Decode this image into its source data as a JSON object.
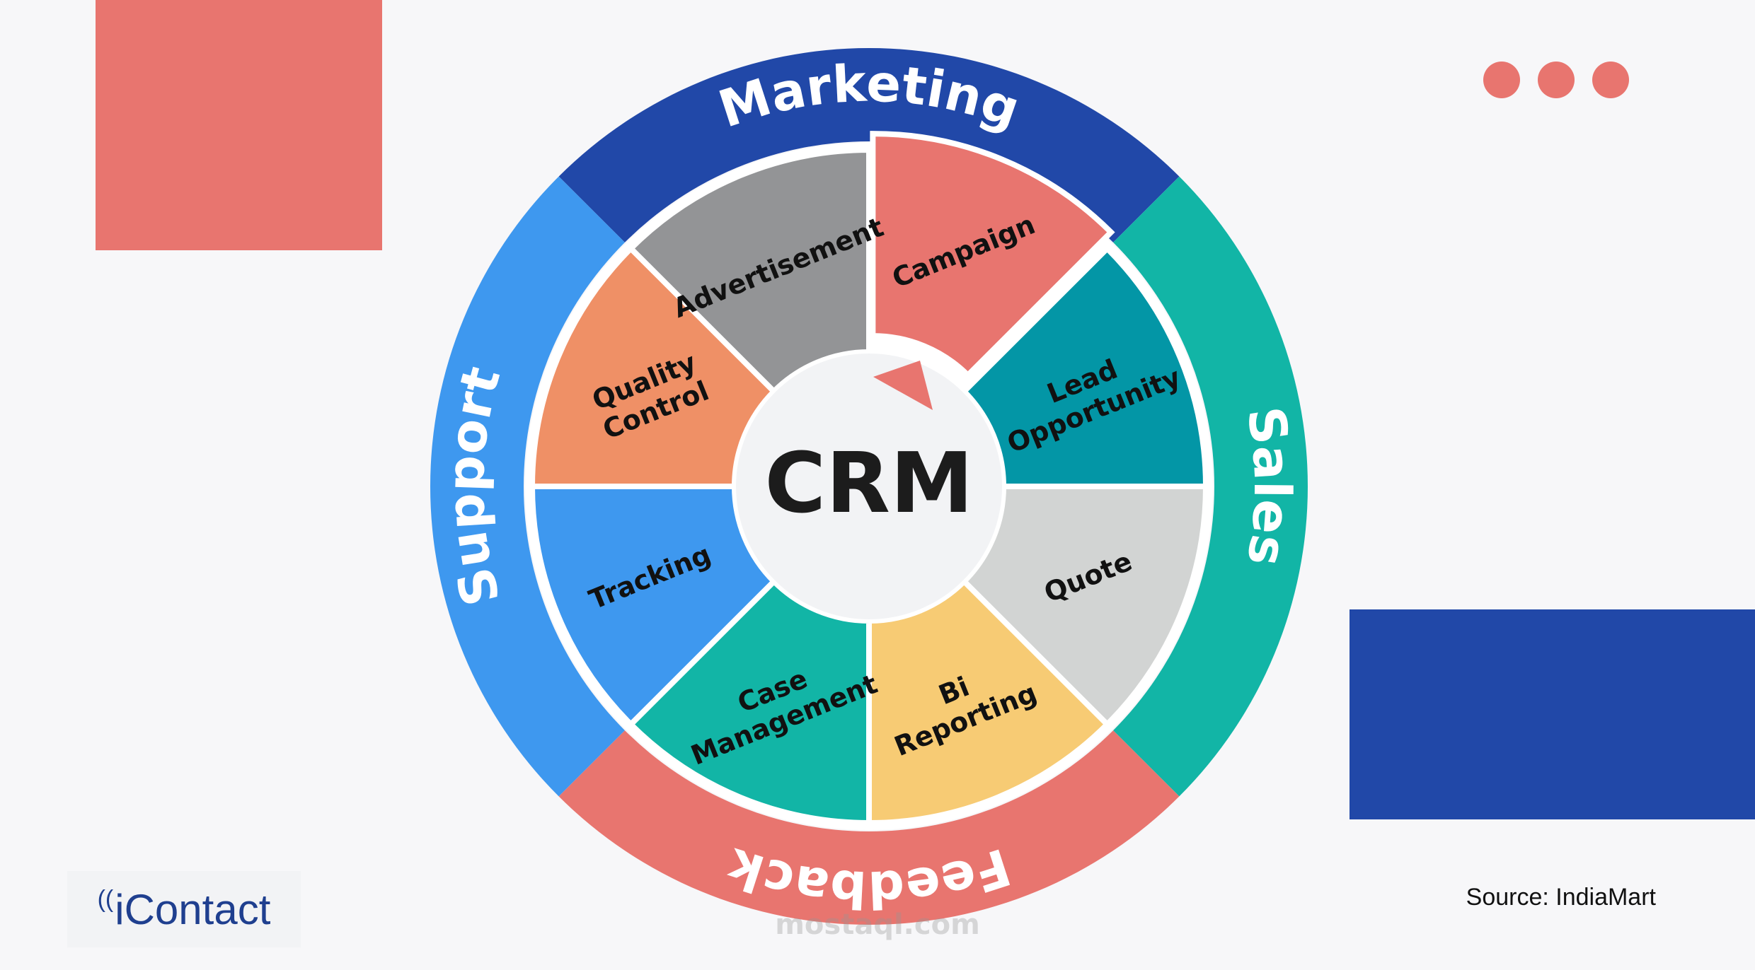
{
  "colors": {
    "background": "#f7f7f9",
    "deco_coral": "#e8756f",
    "deco_blue": "#2148a8",
    "ring_marketing": "#2148a8",
    "ring_sales": "#12b5a6",
    "ring_feedback": "#e8756f",
    "ring_support": "#3e98ef",
    "center": "#f2f3f5"
  },
  "center_label": "CRM",
  "rings": [
    {
      "name": "Marketing",
      "start": 315,
      "end": 45,
      "color": "#2148a8"
    },
    {
      "name": "Sales",
      "start": 45,
      "end": 135,
      "color": "#12b5a6"
    },
    {
      "name": "Feedback",
      "start": 135,
      "end": 225,
      "color": "#e8756f"
    },
    {
      "name": "Support",
      "start": 225,
      "end": 315,
      "color": "#3e98ef"
    }
  ],
  "segments": [
    {
      "lines": [
        "Campaign"
      ],
      "start": 0,
      "end": 45,
      "color": "#e8756f"
    },
    {
      "lines": [
        "Lead",
        "Opportunity"
      ],
      "start": 45,
      "end": 90,
      "color": "#0396a6"
    },
    {
      "lines": [
        "Quote"
      ],
      "start": 90,
      "end": 135,
      "color": "#d2d4d3"
    },
    {
      "lines": [
        "Bi",
        "Reporting"
      ],
      "start": 135,
      "end": 180,
      "color": "#f7cb74"
    },
    {
      "lines": [
        "Case",
        "Management"
      ],
      "start": 180,
      "end": 225,
      "color": "#12b5a6"
    },
    {
      "lines": [
        "Tracking"
      ],
      "start": 225,
      "end": 270,
      "color": "#3e98ef"
    },
    {
      "lines": [
        "Quality",
        "Control"
      ],
      "start": 270,
      "end": 315,
      "color": "#ef9066"
    },
    {
      "lines": [
        "Advertisement"
      ],
      "start": 315,
      "end": 360,
      "color": "#939496"
    }
  ],
  "logo": {
    "text": "iContact",
    "icon": "signal-wave-icon"
  },
  "source": "Source: IndiaMart",
  "watermark": "mostaql.com"
}
